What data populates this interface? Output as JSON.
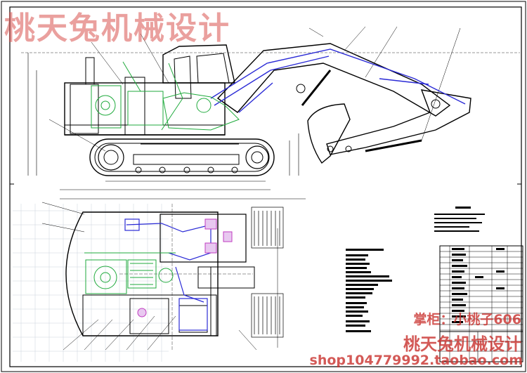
{
  "watermark": {
    "title": "桃天兔机械设计",
    "shop": "掌柜：小桃子606",
    "brand": "桃天兔机械设计",
    "url": "shop104779992.taobao.com"
  },
  "colors": {
    "ink": "#000000",
    "hydraulic": "#2b2bd6",
    "engine": "#1faa3c",
    "tag": "#c03cc0",
    "watermark": "#d9534f"
  }
}
